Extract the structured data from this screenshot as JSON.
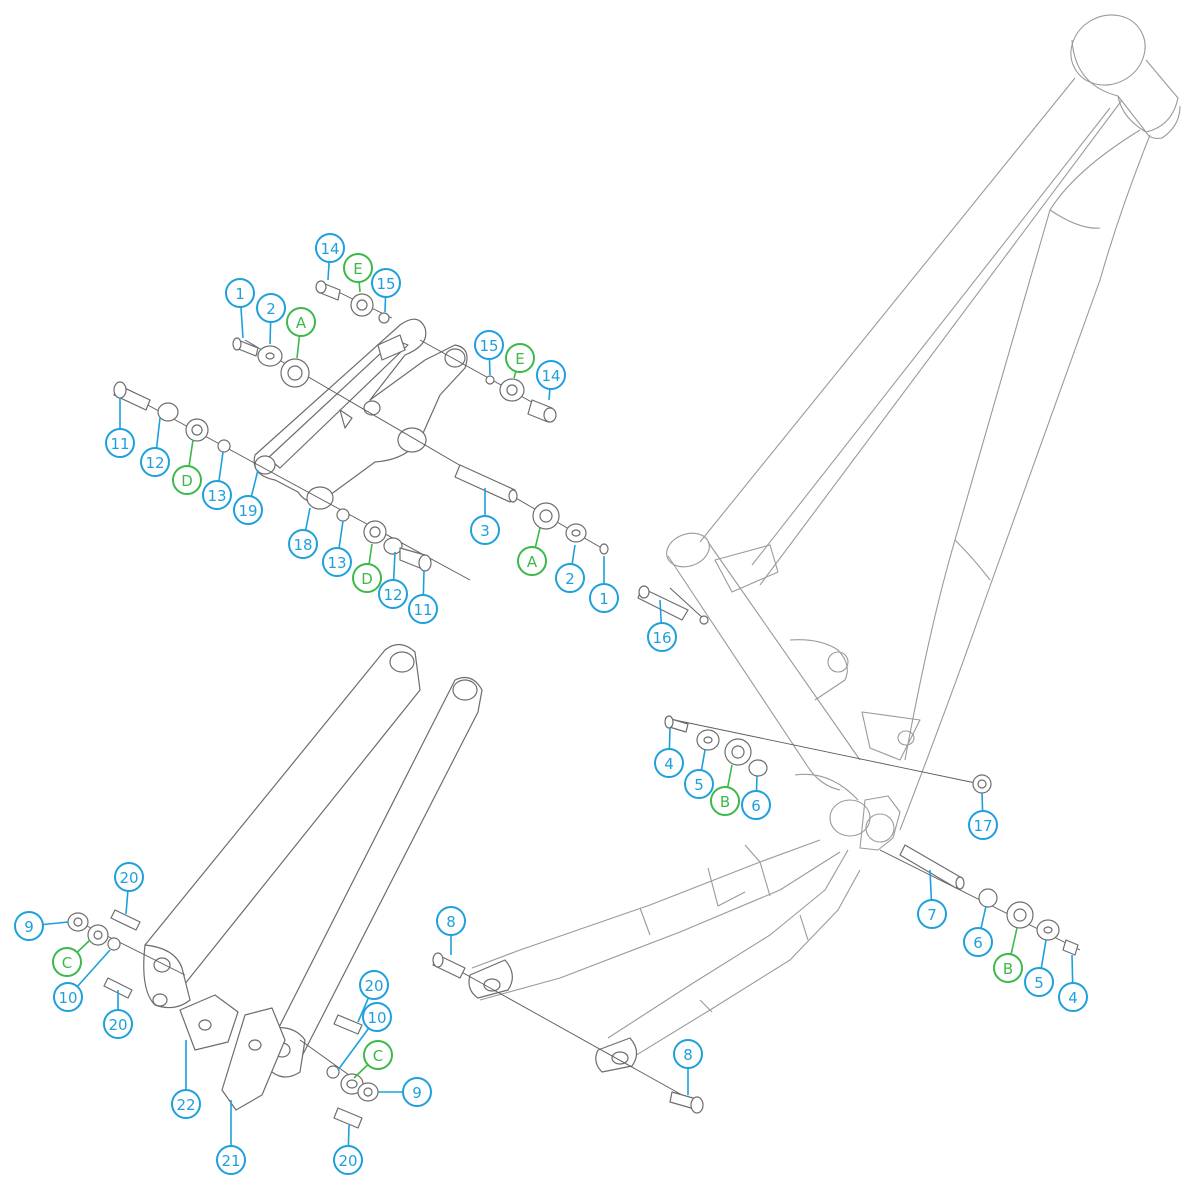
{
  "colors": {
    "part_callout": "#1ea0dc",
    "kit_callout": "#3cb94a"
  },
  "callouts": [
    {
      "label": "1",
      "kind": "part"
    },
    {
      "label": "2",
      "kind": "part"
    },
    {
      "label": "A",
      "kind": "kit"
    },
    {
      "label": "14",
      "kind": "part"
    },
    {
      "label": "E",
      "kind": "kit"
    },
    {
      "label": "15",
      "kind": "part"
    },
    {
      "label": "15",
      "kind": "part"
    },
    {
      "label": "E",
      "kind": "kit"
    },
    {
      "label": "14",
      "kind": "part"
    },
    {
      "label": "11",
      "kind": "part"
    },
    {
      "label": "12",
      "kind": "part"
    },
    {
      "label": "D",
      "kind": "kit"
    },
    {
      "label": "13",
      "kind": "part"
    },
    {
      "label": "19",
      "kind": "part"
    },
    {
      "label": "18",
      "kind": "part"
    },
    {
      "label": "13",
      "kind": "part"
    },
    {
      "label": "D",
      "kind": "kit"
    },
    {
      "label": "12",
      "kind": "part"
    },
    {
      "label": "11",
      "kind": "part"
    },
    {
      "label": "3",
      "kind": "part"
    },
    {
      "label": "A",
      "kind": "kit"
    },
    {
      "label": "2",
      "kind": "part"
    },
    {
      "label": "1",
      "kind": "part"
    },
    {
      "label": "16",
      "kind": "part"
    },
    {
      "label": "4",
      "kind": "part"
    },
    {
      "label": "5",
      "kind": "part"
    },
    {
      "label": "B",
      "kind": "kit"
    },
    {
      "label": "6",
      "kind": "part"
    },
    {
      "label": "17",
      "kind": "part"
    },
    {
      "label": "7",
      "kind": "part"
    },
    {
      "label": "6",
      "kind": "part"
    },
    {
      "label": "B",
      "kind": "kit"
    },
    {
      "label": "5",
      "kind": "part"
    },
    {
      "label": "4",
      "kind": "part"
    },
    {
      "label": "8",
      "kind": "part"
    },
    {
      "label": "8",
      "kind": "part"
    },
    {
      "label": "20",
      "kind": "part"
    },
    {
      "label": "9",
      "kind": "part"
    },
    {
      "label": "C",
      "kind": "kit"
    },
    {
      "label": "10",
      "kind": "part"
    },
    {
      "label": "20",
      "kind": "part"
    },
    {
      "label": "22",
      "kind": "part"
    },
    {
      "label": "21",
      "kind": "part"
    },
    {
      "label": "20",
      "kind": "part"
    },
    {
      "label": "10",
      "kind": "part"
    },
    {
      "label": "C",
      "kind": "kit"
    },
    {
      "label": "9",
      "kind": "part"
    },
    {
      "label": "20",
      "kind": "part"
    }
  ]
}
